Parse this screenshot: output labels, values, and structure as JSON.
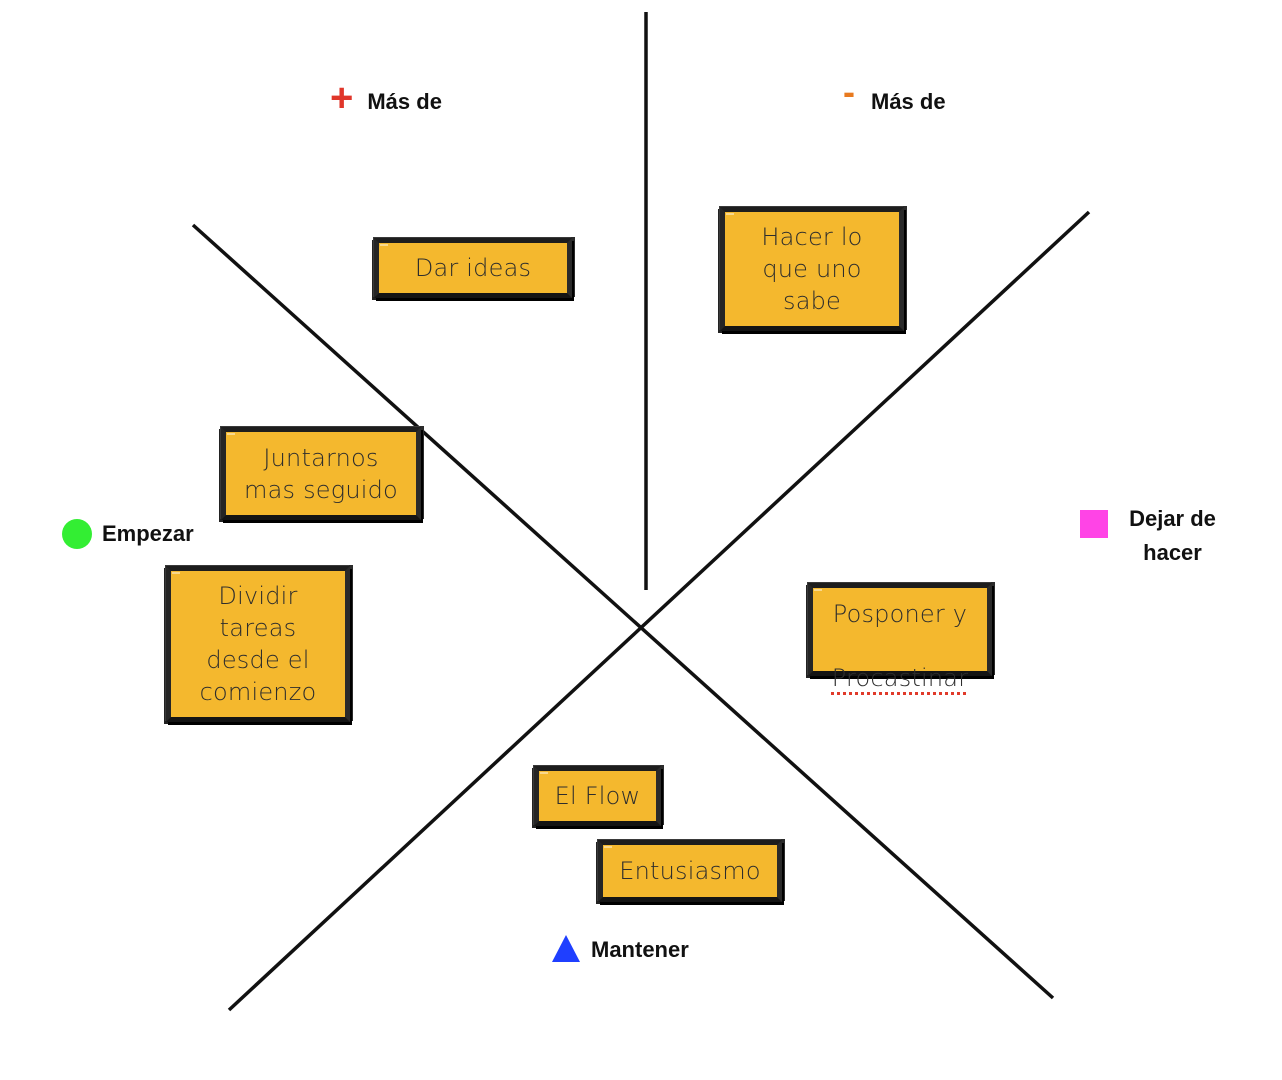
{
  "colors": {
    "note_fill": "#f4b82e",
    "line": "#111111",
    "plus": "#e0362a",
    "minus": "#e87a1f",
    "empezar": "#33ee33",
    "dejar": "#ff44e6",
    "mantener": "#1f3fff",
    "spellcheck": "#e03a2a"
  },
  "categories": {
    "more_of": {
      "symbol": "+",
      "symbol_name": "plus-icon",
      "label": "Más de"
    },
    "less_of": {
      "symbol": "-",
      "symbol_name": "minus-icon",
      "label": "Más de"
    },
    "start": {
      "symbol_name": "green-circle-icon",
      "label": "Empezar"
    },
    "stop": {
      "symbol_name": "pink-square-icon",
      "label": "Dejar de\nhacer"
    },
    "keep": {
      "symbol_name": "blue-triangle-icon",
      "label": "Mantener"
    }
  },
  "notes": {
    "dar_ideas": "Dar ideas",
    "hacer_lo_que_uno_sabe": "Hacer lo\nque uno\nsabe",
    "juntarnos": "Juntarnos\nmas seguido",
    "dividir_tareas": "Dividir\ntareas\ndesde el\ncomienzo",
    "posponer_line1": "Posponer y",
    "posponer_line2": "Procastinar",
    "el_flow": "El Flow",
    "entusiasmo": "Entusiasmo"
  }
}
